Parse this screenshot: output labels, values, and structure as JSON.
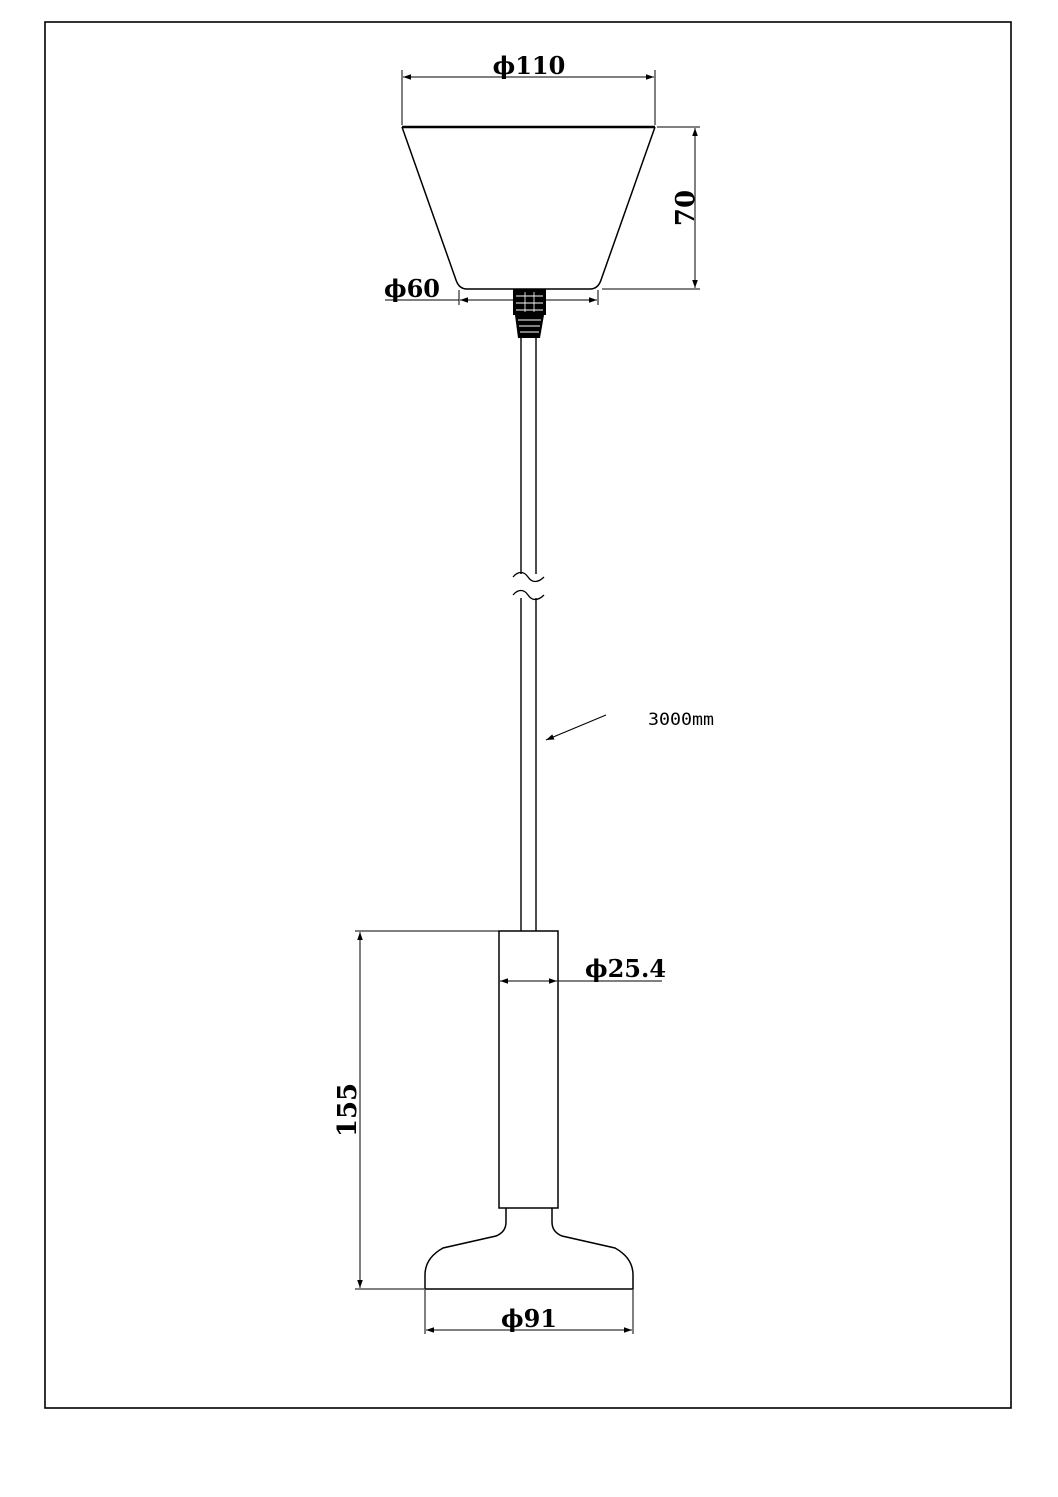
{
  "drawing": {
    "canopy_diameter": "ϕ110",
    "canopy_height": "70",
    "canopy_base_diameter": "ϕ60",
    "cable_length": "3000mm",
    "body_diameter": "ϕ25.4",
    "body_height": "155",
    "base_diameter": "ϕ91"
  }
}
